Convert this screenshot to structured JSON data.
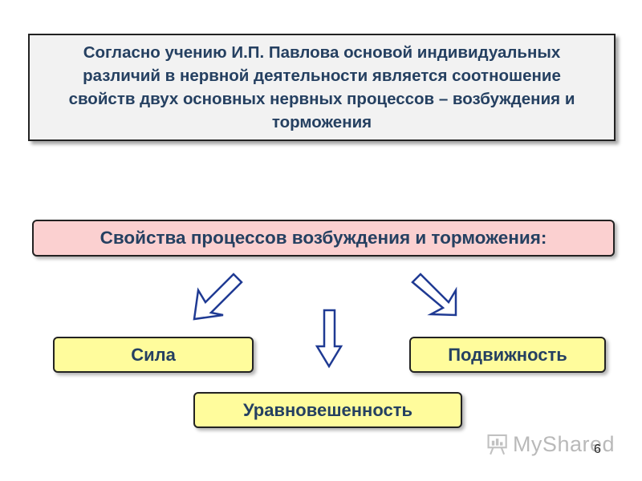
{
  "intro": {
    "text": "Согласно учению И.П. Павлова основой индивидуальных различий в нервной деятельности является соотношение свойств двух основных нервных процессов – возбуждения и торможения"
  },
  "properties_header": "Свойства процессов возбуждения и торможения:",
  "items": {
    "strength": "Сила",
    "mobility": "Подвижность",
    "balance": "Уравновешенность"
  },
  "watermark": "MyShared",
  "slide_number": "6",
  "colors": {
    "text": "#254061",
    "header_fill": "#fbd0d0",
    "item_fill": "#fffc9c",
    "intro_fill": "#f2f2f2",
    "arrow_stroke": "#1f3a93"
  }
}
